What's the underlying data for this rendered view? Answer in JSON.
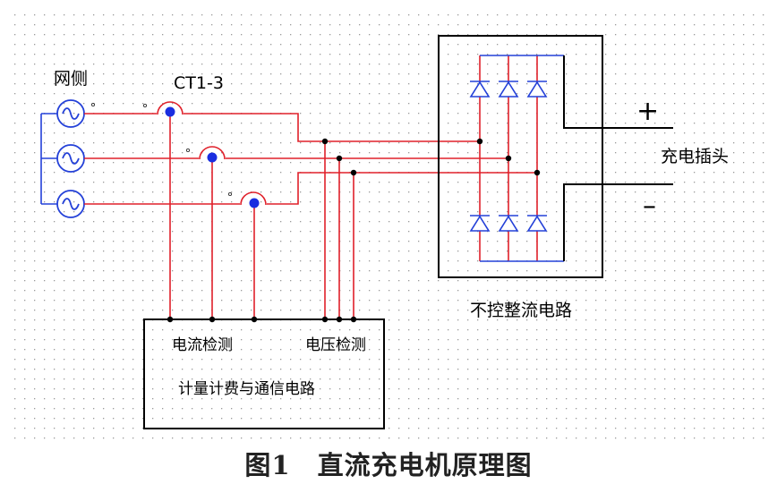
{
  "labels": {
    "grid_side": "网侧",
    "ct": "CT1-3",
    "plus": "+",
    "minus": "–",
    "plug": "充电插头",
    "rectifier": "不控整流电路",
    "current_detect": "电流检测",
    "voltage_detect": "电压检测",
    "metering": "计量计费与通信电路"
  },
  "caption": "图1　直流充电机原理图",
  "colors": {
    "wire_red": "#e0202a",
    "wire_blue": "#2340d8",
    "black": "#000000",
    "grid_dot": "#9a9a9a"
  }
}
